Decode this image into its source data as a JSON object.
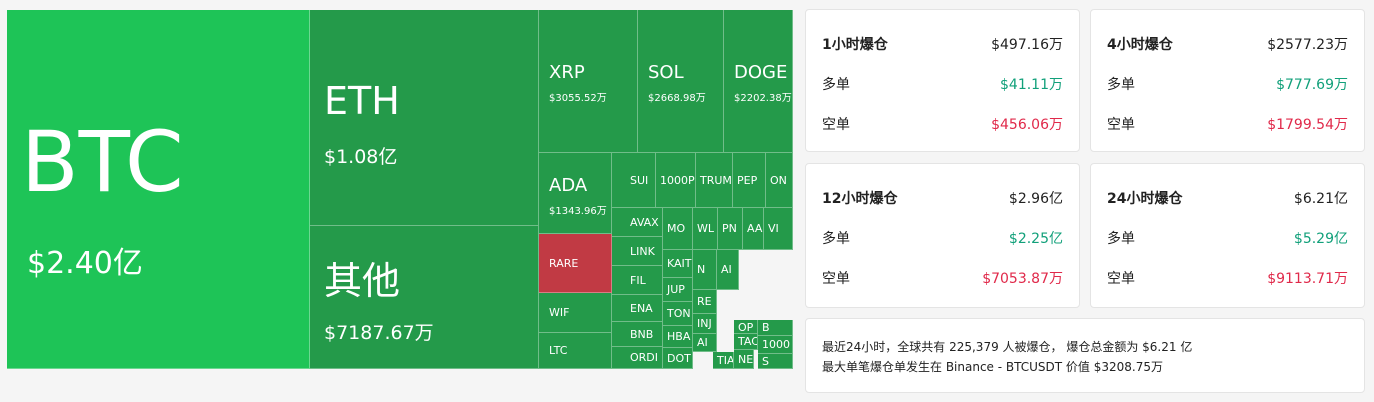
{
  "treemap": {
    "tiles": [
      {
        "symbol": "BTC",
        "value": "$2.40亿"
      },
      {
        "symbol": "ETH",
        "value": "$1.08亿"
      },
      {
        "symbol": "其他",
        "value": "$7187.67万"
      },
      {
        "symbol": "XRP",
        "value": "$3055.52万"
      },
      {
        "symbol": "SOL",
        "value": "$2668.98万"
      },
      {
        "symbol": "DOGE",
        "value": "$2202.38万"
      },
      {
        "symbol": "ADA",
        "value": "$1343.96万"
      },
      {
        "symbol": "RARE",
        "value": ""
      },
      {
        "symbol": "WIF",
        "value": ""
      },
      {
        "symbol": "LTC",
        "value": ""
      },
      {
        "symbol": "SUI",
        "value": ""
      },
      {
        "symbol": "1000P",
        "value": ""
      },
      {
        "symbol": "TRUM",
        "value": ""
      },
      {
        "symbol": "PEP",
        "value": ""
      },
      {
        "symbol": "ON",
        "value": ""
      },
      {
        "symbol": "AVAX",
        "value": ""
      },
      {
        "symbol": "LINK",
        "value": ""
      },
      {
        "symbol": "FIL",
        "value": ""
      },
      {
        "symbol": "ENA",
        "value": ""
      },
      {
        "symbol": "BNB",
        "value": ""
      },
      {
        "symbol": "ORDI",
        "value": ""
      },
      {
        "symbol": "MO",
        "value": ""
      },
      {
        "symbol": "WL",
        "value": ""
      },
      {
        "symbol": "PN",
        "value": ""
      },
      {
        "symbol": "AA",
        "value": ""
      },
      {
        "symbol": "VI",
        "value": ""
      },
      {
        "symbol": "KAIT",
        "value": ""
      },
      {
        "symbol": "JUP",
        "value": ""
      },
      {
        "symbol": "TON",
        "value": ""
      },
      {
        "symbol": "HBA",
        "value": ""
      },
      {
        "symbol": "DOT",
        "value": ""
      },
      {
        "symbol": "N",
        "value": ""
      },
      {
        "symbol": "AI",
        "value": ""
      },
      {
        "symbol": "RE",
        "value": ""
      },
      {
        "symbol": "INJ",
        "value": ""
      },
      {
        "symbol": "AI",
        "value": ""
      },
      {
        "symbol": "NE",
        "value": ""
      },
      {
        "symbol": "TIA",
        "value": ""
      },
      {
        "symbol": "OP",
        "value": ""
      },
      {
        "symbol": "TAC",
        "value": ""
      },
      {
        "symbol": "B",
        "value": ""
      },
      {
        "symbol": "1000",
        "value": ""
      },
      {
        "symbol": "S",
        "value": ""
      }
    ]
  },
  "stats": [
    {
      "title": "1小时爆仓",
      "total": "$497.16万",
      "long_label": "多单",
      "long": "$41.11万",
      "short_label": "空单",
      "short": "$456.06万"
    },
    {
      "title": "4小时爆仓",
      "total": "$2577.23万",
      "long_label": "多单",
      "long": "$777.69万",
      "short_label": "空单",
      "short": "$1799.54万"
    },
    {
      "title": "12小时爆仓",
      "total": "$2.96亿",
      "long_label": "多单",
      "long": "$2.25亿",
      "short_label": "空单",
      "short": "$7053.87万"
    },
    {
      "title": "24小时爆仓",
      "total": "$6.21亿",
      "long_label": "多单",
      "long": "$5.29亿",
      "short_label": "空单",
      "short": "$9113.71万"
    }
  ],
  "summary": {
    "line1": "最近24小时，全球共有 225,379 人被爆仓， 爆仓总金额为 $6.21 亿",
    "line2": "最大单笔爆仓单发生在 Binance - BTCUSDT 价值 $3208.75万"
  },
  "colors": {
    "long": "#11a07a",
    "short": "#e0294a",
    "tile_up": "#249a4a",
    "tile_big": "#1ec457",
    "tile_down": "#c13a44"
  }
}
